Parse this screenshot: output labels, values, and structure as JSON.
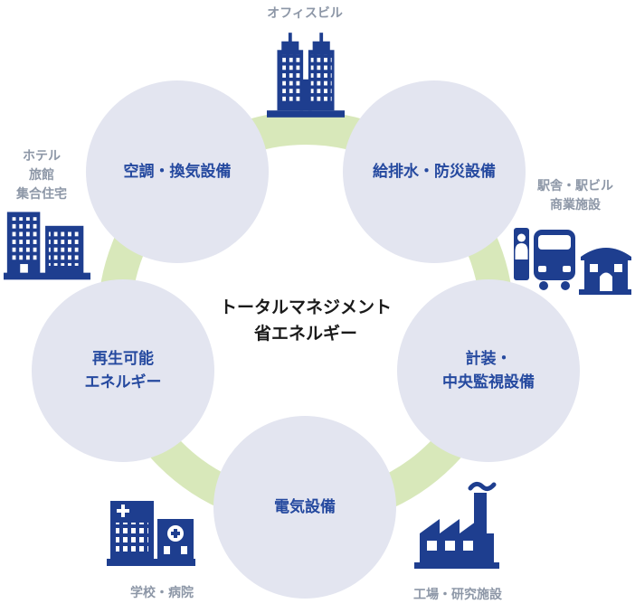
{
  "diagram": {
    "center_title": "トータルマネジメント\n省エネルギー",
    "nodes": [
      {
        "id": "hvac",
        "label": "空調・換気設備"
      },
      {
        "id": "water-disaster",
        "label": "給排水・防災設備"
      },
      {
        "id": "instrumentation",
        "label": "計装・\n中央監視設備"
      },
      {
        "id": "electrical",
        "label": "電気設備"
      },
      {
        "id": "renewable",
        "label": "再生可能\nエネルギー"
      }
    ],
    "facilities": [
      {
        "id": "office",
        "label": "オフィスビル",
        "icon": "office-building-icon"
      },
      {
        "id": "hotel",
        "label": "ホテル\n旅館\n集合住宅",
        "icon": "hotel-ryokan-apartment-icon"
      },
      {
        "id": "station",
        "label": "駅舎・駅ビル\n商業施設",
        "icon": "station-train-icon"
      },
      {
        "id": "school-hospital",
        "label": "学校・病院",
        "icon": "school-hospital-icon"
      },
      {
        "id": "factory",
        "label": "工場・研究施設",
        "icon": "factory-icon"
      }
    ],
    "colors": {
      "node_fill": "#e3e5f0",
      "node_text": "#25499f",
      "ring": "#d8e8ba",
      "icon_navy": "#1e3e8f",
      "facility_label": "#8d97a7",
      "center_text": "#1a1a1a"
    }
  }
}
